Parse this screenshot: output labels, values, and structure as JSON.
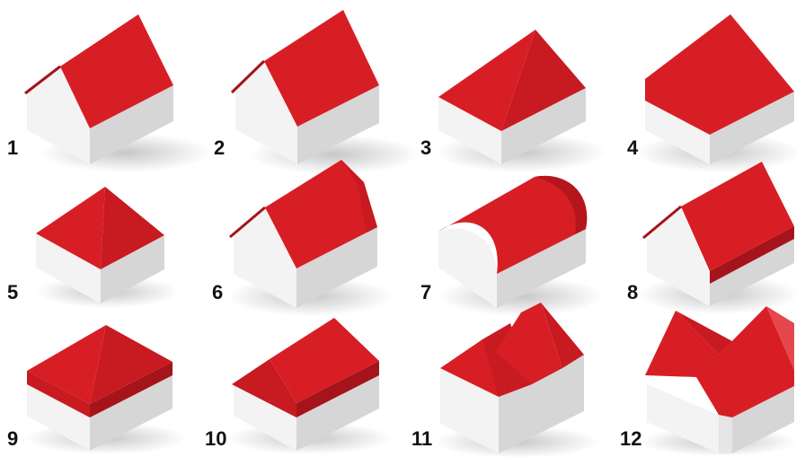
{
  "colors": {
    "roof": "#d81e25",
    "roof_dark": "#a5141a",
    "roof_light": "#e5474c",
    "wall_front": "#f3f3f3",
    "wall_side": "#d6d6d6",
    "label": "#111111"
  },
  "roof_types": [
    {
      "number": "1"
    },
    {
      "number": "2"
    },
    {
      "number": "3"
    },
    {
      "number": "4"
    },
    {
      "number": "5"
    },
    {
      "number": "6"
    },
    {
      "number": "7"
    },
    {
      "number": "8"
    },
    {
      "number": "9"
    },
    {
      "number": "10"
    },
    {
      "number": "11"
    },
    {
      "number": "12"
    }
  ]
}
